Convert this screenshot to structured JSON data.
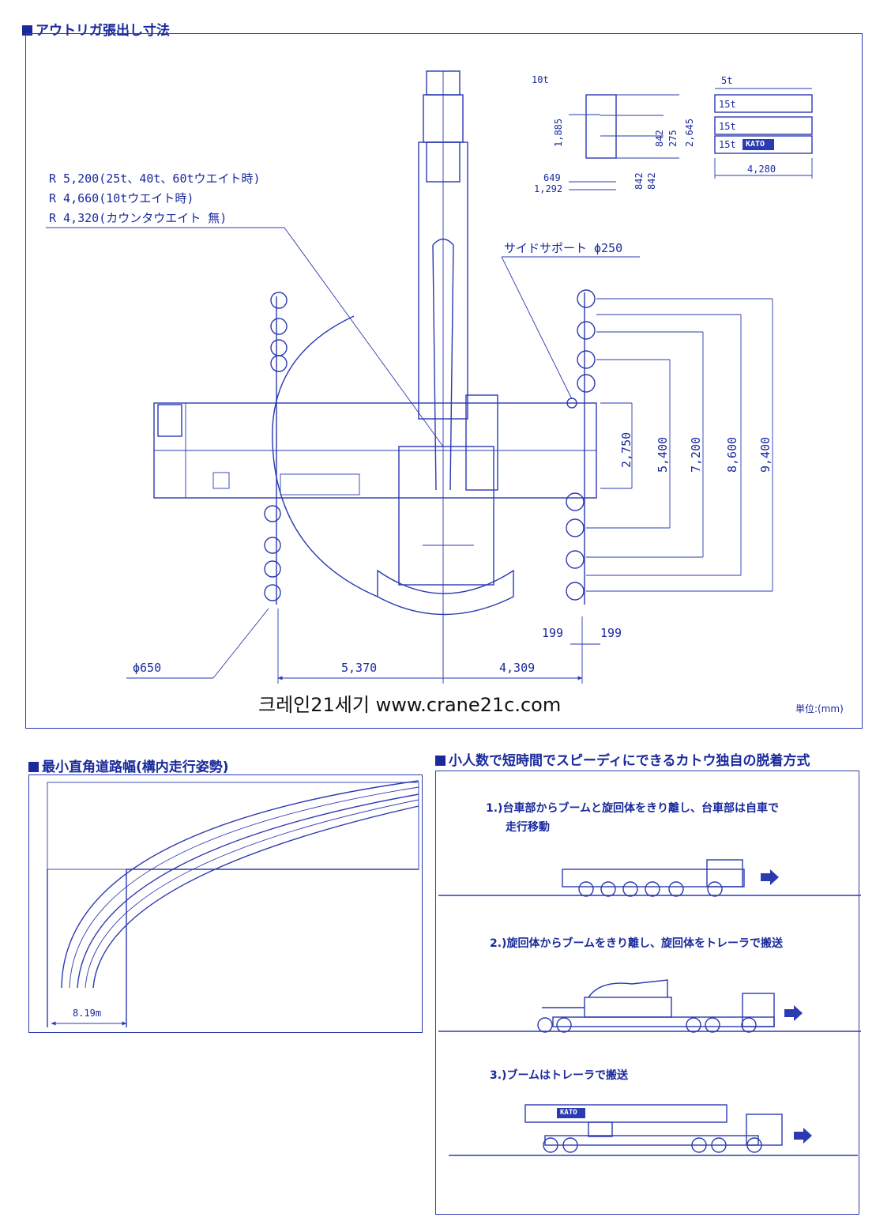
{
  "top": {
    "title": "アウトリガ張出し寸法",
    "radius_notes": [
      "R 5,200(25t、40t、60tウエイト時)",
      "R 4,660(10tウエイト時)",
      "R 4,320(カウンタウエイト 無)"
    ],
    "side_support": "サイドサポート ϕ250",
    "float_dia": "ϕ650",
    "weight_label_10t": "10t",
    "dims_small": {
      "d1885": "1,885",
      "d842a": "842",
      "d275": "275",
      "d2645": "2,645",
      "d649": "649",
      "d1292": "1,292",
      "d842b": "842",
      "d842c": "842"
    },
    "weights": {
      "w5t": "5t",
      "w15a": "15t",
      "w15b": "15t",
      "w15c": "15t",
      "kato": "KATO",
      "width": "4,280"
    },
    "vertical_dims": {
      "d2750": "2,750",
      "d5400": "5,400",
      "d7200": "7,200",
      "d8600": "8,600",
      "d9400": "9,400"
    },
    "horizontal_dims": {
      "left": "5,370",
      "right": "4,309",
      "s1": "199",
      "s2": "199"
    },
    "unit": "単位:(mm)"
  },
  "watermark": "크레인21세기 www.crane21c.com",
  "bottom_left": {
    "title": "最小直角道路幅(構内走行姿勢)",
    "width_label": "8.19m"
  },
  "bottom_right": {
    "title": "小人数で短時間でスピーディにできるカトウ独自の脱着方式",
    "step1_line1": "1.)台車部からブームと旋回体をきり離し、台車部は自車で",
    "step1_line2": "走行移動",
    "step2": "2.)旋回体からブームをきり離し、旋回体をトレーラで搬送",
    "step3": "3.)ブームはトレーラで搬送",
    "boom_brand": "KATO"
  },
  "colors": {
    "ink": "#1a2a9c",
    "line": "#2a3ab0"
  }
}
